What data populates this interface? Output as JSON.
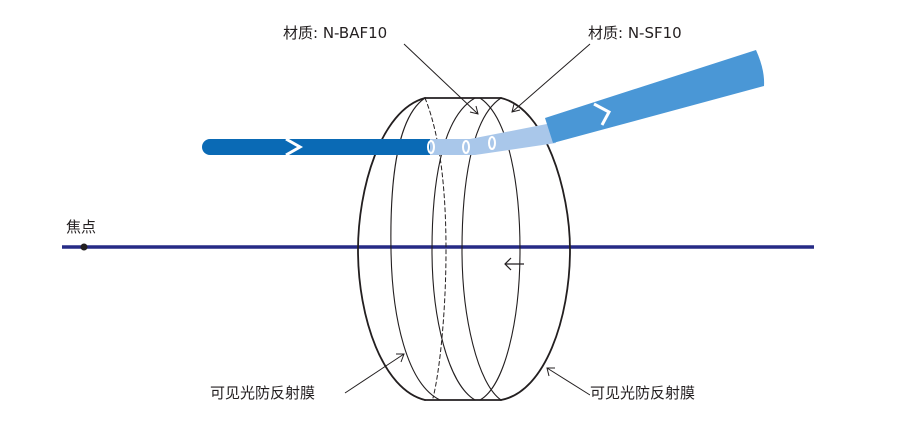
{
  "labels": {
    "material_left": "材质: N-BAF10",
    "material_right": "材质: N-SF10",
    "focal_point": "焦点",
    "coating_left": "可见光防反射膜",
    "coating_right": "可见光防反射膜"
  },
  "colors": {
    "beam_dark": "#0a6ab5",
    "beam_light": "#a9c7ea",
    "beam_mid": "#4a97d6",
    "axis": "#262b86",
    "outline": "#231f20"
  }
}
